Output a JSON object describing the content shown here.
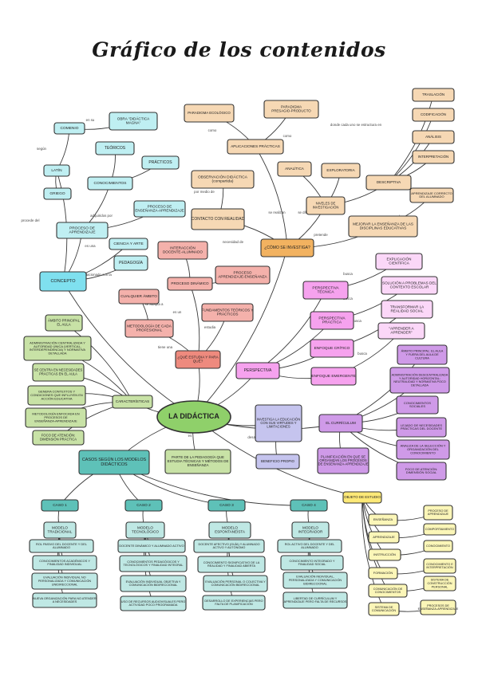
{
  "title": "Gráfico de los contenidos",
  "palette": {
    "yellow": "#f9f3b7",
    "blue": "#bfeff2",
    "peach": "#f6d8b4",
    "orange": "#f2b260",
    "salmon": "#f4b1ab",
    "pink": "#f6a2ee",
    "pinkLight": "#fbd7f8",
    "green": "#c8e2a6",
    "greenCenter": "#8fd06a",
    "lavender": "#c5c4ee",
    "purple": "#cf9ae8",
    "teal": "#5ec1b8",
    "tealLight": "#bfe8e4",
    "red": "#ee8a7e",
    "sky": "#7fe0ef",
    "paleYellow": "#fbf6b8",
    "lemon": "#fde977"
  },
  "nodes": [
    {
      "id": "didactica",
      "text": "LA DIDÁCTICA",
      "color": "greenCenter",
      "shape": "ellipse"
    },
    {
      "id": "concepto",
      "text": "CONCEPTO",
      "color": "sky"
    },
    {
      "id": "proceso_aprendizaje",
      "text": "PROCESO DE APRENDIZAJE",
      "color": "blue"
    },
    {
      "id": "latin",
      "text": "LATÍN",
      "color": "blue"
    },
    {
      "id": "griego",
      "text": "GRIEGO",
      "color": "blue"
    },
    {
      "id": "comenio",
      "text": "COMENIO",
      "color": "blue"
    },
    {
      "id": "obra",
      "text": "OBRA \"DIDÁCTICA MAGNA\"",
      "color": "blue"
    },
    {
      "id": "teoricos",
      "text": "TEÓRICOS",
      "color": "blue"
    },
    {
      "id": "practicos",
      "text": "PRÁCTICOS",
      "color": "blue"
    },
    {
      "id": "conocimientos",
      "text": "CONOCIMIENTOS",
      "color": "blue"
    },
    {
      "id": "proceso_ens",
      "text": "PROCESO DE ENSEÑANZA-APRENDIZAJE",
      "color": "blue"
    },
    {
      "id": "ciencia",
      "text": "CIENCIA Y ARTE",
      "color": "blue"
    },
    {
      "id": "pedagogia",
      "text": "PEDAGOGÍA",
      "color": "blue"
    },
    {
      "id": "c_ambito",
      "text": "ÁMBITO PRINCIPAL EL AULA",
      "color": "green"
    },
    {
      "id": "c_admin",
      "text": "ADMINISTRACIÓN CENTRALIZADA Y AUTORIDAD ÚNICA (VERTICAL, INTERDEPENDENCIA) Y NORMATIVA DETALLADA",
      "color": "green"
    },
    {
      "id": "c_centra",
      "text": "SE CENTRA EN NECESIDADES PRÁCTICAS EN EL AULA",
      "color": "green"
    },
    {
      "id": "c_genera",
      "text": "GENERA CONTEXTOS Y CONDICIONES QUE INFLUYEN EN ACCIÓN EDUCATIVA",
      "color": "green"
    },
    {
      "id": "c_metodo",
      "text": "METODOLOGÍA ENFOCADA EN PROCESOS DE ENSEÑANZA-APRENDIZAJE",
      "color": "green"
    },
    {
      "id": "c_foco",
      "text": "FOCO DE ATENCIÓN: DIMENSIÓN PRÁCTICA",
      "color": "green"
    },
    {
      "id": "caracteristicas",
      "text": "CARACTERÍSTICAS",
      "color": "green"
    },
    {
      "id": "paradigma_eco",
      "text": "PARADIGMA ECOLÓGICO",
      "color": "peach"
    },
    {
      "id": "paradigma_pp",
      "text": "PARADIGMA PRESAGIO-PRODUCTO",
      "color": "peach"
    },
    {
      "id": "aplicaciones",
      "text": "APLICACIONES PRÁCTICAS",
      "color": "peach"
    },
    {
      "id": "observacion",
      "text": "OBSERVACIÓN DIDÁCTICA (compartida)",
      "color": "peach"
    },
    {
      "id": "contacto",
      "text": "CONTACTO CON REALIDAD",
      "color": "peach"
    },
    {
      "id": "analitica",
      "text": "ANALÍTICA",
      "color": "peach"
    },
    {
      "id": "exploratoria",
      "text": "EXPLORATORIA",
      "color": "peach"
    },
    {
      "id": "descriptiva",
      "text": "DESCRIPTIVA",
      "color": "peach"
    },
    {
      "id": "niveles",
      "text": "NIVELES DE INVESTIGACIÓN",
      "color": "peach"
    },
    {
      "id": "mejorar",
      "text": "MEJORAR LA ENSEÑANZA DE LAS DISCIPLINAS EDUCATIVAS",
      "color": "peach"
    },
    {
      "id": "traslacion",
      "text": "TRASLACIÓN",
      "color": "peach"
    },
    {
      "id": "codificacion",
      "text": "CODIFICACIÓN",
      "color": "peach"
    },
    {
      "id": "analisis",
      "text": "ANÁLISIS",
      "color": "peach"
    },
    {
      "id": "interpretacion",
      "text": "INTERPRETACIÓN",
      "color": "peach"
    },
    {
      "id": "aprendizaje_correcto",
      "text": "APRENDIZAJE CORRECTO DEL ALUMNADO",
      "color": "peach"
    },
    {
      "id": "como_investigar",
      "text": "¿CÓMO SE INVESTIGA?",
      "color": "orange"
    },
    {
      "id": "interaccion",
      "text": "INTERACCIÓN DOCENTE-ALUMNADO",
      "color": "salmon"
    },
    {
      "id": "proceso_dinamico",
      "text": "PROCESO DINÁMICO",
      "color": "salmon"
    },
    {
      "id": "proceso_ea",
      "text": "PROCESO APRENDIZAJE-ENSEÑANZA",
      "color": "salmon"
    },
    {
      "id": "cualquier",
      "text": "CUALQUIER ÁMBITO",
      "color": "salmon"
    },
    {
      "id": "fundamentos",
      "text": "FUNDAMENTOS TEÓRICOS Y PRÁCTICOS",
      "color": "salmon"
    },
    {
      "id": "metodologia",
      "text": "METODOLOGÍA DE CADA PROFESIONAL",
      "color": "salmon"
    },
    {
      "id": "que_estudia",
      "text": "¿QUÉ ESTUDIA Y PARA QUÉ?",
      "color": "red"
    },
    {
      "id": "perspectiva",
      "text": "PERSPECTIVA",
      "color": "pink"
    },
    {
      "id": "p_tecnica",
      "text": "PERSPECTIVA TÉCNICA",
      "color": "pink"
    },
    {
      "id": "p_practica",
      "text": "PERSPECTIVA PRÁCTICA",
      "color": "pink"
    },
    {
      "id": "e_critico",
      "text": "ENFOQUE CRÍTICO",
      "color": "pink"
    },
    {
      "id": "e_emergente",
      "text": "ENFOQUE EMERGENTE",
      "color": "pink"
    },
    {
      "id": "explicacion",
      "text": "EXPLICACIÓN CIENTÍFICA",
      "color": "pinkLight"
    },
    {
      "id": "solucion",
      "text": "SOLUCIÓN A PROBLEMAS DEL CONTEXTO ESCOLAR",
      "color": "pinkLight"
    },
    {
      "id": "transformar",
      "text": "TRANSFORMAR LA REALIDAD SOCIAL",
      "color": "pinkLight"
    },
    {
      "id": "aprender",
      "text": "\"APRENDER A APRENDER\"",
      "color": "pinkLight"
    },
    {
      "id": "investiga",
      "text": "INVESTIGA LA EDUCACIÓN CON SUS VIRTUDES Y LIMITACIONES",
      "color": "lavender"
    },
    {
      "id": "beneficio",
      "text": "BENEFICIO PROPIO",
      "color": "lavender"
    },
    {
      "id": "curriculum",
      "text": "EL CURRÍCULUM",
      "color": "purple"
    },
    {
      "id": "planificacion",
      "text": "PLANIFICACIÓN EN QUE SE ORGANIZAN LOS PROCESOS DE ENSEÑANZA-APRENDIZAJE",
      "color": "purple"
    },
    {
      "id": "pu_ambito",
      "text": "ÁMBITO PRINCIPAL: EL AULA Y FUERA DEL AULA DE CULTURA",
      "color": "purple"
    },
    {
      "id": "pu_admin",
      "text": "ADMINISTRACIÓN DESCENTRALIZADA Y AUTORIDAD HORIZONTAL: NEUTRALIDAD Y NORMATIVA POCO DETALLADA",
      "color": "purple"
    },
    {
      "id": "pu_conoc",
      "text": "CONOCIMIENTOS SOCIALES",
      "color": "purple"
    },
    {
      "id": "pu_lejado",
      "text": "LEJADO DE NECESIDADES PRÁCTICAS DEL DOCENTE",
      "color": "purple"
    },
    {
      "id": "pu_analiza",
      "text": "ANALIZA DE LA SELECCIÓN Y ORGANIZACIÓN DEL CONOCIMIENTO",
      "color": "purple"
    },
    {
      "id": "pu_foco",
      "text": "FOCO DE ATENCIÓN: DIMENSIÓN SOCIAL",
      "color": "purple"
    },
    {
      "id": "parte",
      "text": "PARTE DE LA PEDAGOGÍA QUE ESTUDIA TÉCNICAS Y MÉTODOS DE ENSEÑANZA",
      "color": "green"
    },
    {
      "id": "casos",
      "text": "CASOS SEGÚN LOS MODELOS DIDÁCTICOS",
      "color": "teal"
    },
    {
      "id": "caso1",
      "text": "CASO 1",
      "color": "teal"
    },
    {
      "id": "caso2",
      "text": "CASO 2",
      "color": "teal"
    },
    {
      "id": "caso3",
      "text": "CASO 3",
      "color": "teal"
    },
    {
      "id": "caso4",
      "text": "CASO 4",
      "color": "teal"
    },
    {
      "id": "m1",
      "text": "MODELO TRADICIONAL",
      "color": "tealLight"
    },
    {
      "id": "m2",
      "text": "MODELO TECNOLÓGICO",
      "color": "tealLight"
    },
    {
      "id": "m3",
      "text": "MODELO ESPONTANEÍSTA",
      "color": "tealLight"
    },
    {
      "id": "m4",
      "text": "MODELO INTEGRADOR",
      "color": "tealLight"
    },
    {
      "id": "m1a",
      "text": "ROL PASIVO DEL DOCENTE Y DEL ALUMNADO",
      "color": "tealLight"
    },
    {
      "id": "m1b",
      "text": "CONOCIMIENTOS ACADÉMICOS Y FINALIDAD INDIVIDUAL",
      "color": "tealLight"
    },
    {
      "id": "m1c",
      "text": "EVALUACIÓN INDIVIDUAL NO PERSONALIZADA Y COMUNICACIÓN UNIDIRECCIONAL",
      "color": "tealLight"
    },
    {
      "id": "m1d",
      "text": "NUEVA ORGANIZACIÓN PARA NO ATENDER A NECESIDADES",
      "color": "tealLight"
    },
    {
      "id": "m2a",
      "text": "DOCENTE DINÁMICO Y ALUMNADO ACTIVO",
      "color": "tealLight"
    },
    {
      "id": "m2b",
      "text": "CONOCIMIENTOS PEDAGÓGICOS Y TECNOLÓGICOS Y FINALIDAD INTEGRAL",
      "color": "tealLight"
    },
    {
      "id": "m2c",
      "text": "EVALUACIÓN INDIVIDUAL OBJETIVA Y COMUNICACIÓN BIDIRECCIONAL",
      "color": "tealLight"
    },
    {
      "id": "m2d",
      "text": "USO DE RECURSOS AUDIOVISUALES PERO ACTIVIDAD POCO PROGRAMADA",
      "color": "tealLight"
    },
    {
      "id": "m3a",
      "text": "DOCENTE AFECTIVO (GUÍA) Y ALUMNADO ACTIVO Y AUTÓNOMO",
      "color": "tealLight"
    },
    {
      "id": "m3b",
      "text": "CONOCIMIENTO SIGNIFICATIVO DE LA REALIDAD Y FINALIDAD ABIERTA",
      "color": "tealLight"
    },
    {
      "id": "m3c",
      "text": "EVALUACIÓN PERSONAL O COLECTIVA Y COMUNICACIÓN BIDIRECCIONAL",
      "color": "tealLight"
    },
    {
      "id": "m3d",
      "text": "DESARROLLO DE EXPERIENCIAS PERO FALTA DE PLANIFICACIÓN",
      "color": "tealLight"
    },
    {
      "id": "m4a",
      "text": "ROL ACTIVO DEL DOCENTE Y DEL ALUMNADO",
      "color": "tealLight"
    },
    {
      "id": "m4b",
      "text": "CONOCIMIENTO INTEGRADO Y FINALIDAD SOCIAL",
      "color": "tealLight"
    },
    {
      "id": "m4c",
      "text": "EVALUACIÓN INDIVIDUAL, PERSONALIZADA Y COMUNICACIÓN BIDIRECCIONAL",
      "color": "tealLight"
    },
    {
      "id": "m4d",
      "text": "LIBERTAD DE CURRÍCULUM Y APRENDIZAJE PERO FALTA DE RECURSOS",
      "color": "tealLight"
    },
    {
      "id": "objeto",
      "text": "OBJETO DE ESTUDIO",
      "color": "lemon"
    },
    {
      "id": "o1",
      "text": "ENSEÑANZA",
      "color": "paleYellow"
    },
    {
      "id": "o2",
      "text": "APRENDIZAJE",
      "color": "paleYellow"
    },
    {
      "id": "o3",
      "text": "INSTRUCCIÓN",
      "color": "paleYellow"
    },
    {
      "id": "o4",
      "text": "FORMACIÓN",
      "color": "paleYellow"
    },
    {
      "id": "o5",
      "text": "COMUNICACIÓN DE CONOCIMIENTOS",
      "color": "paleYellow"
    },
    {
      "id": "o6",
      "text": "SISTEMA DE COMUNICACIÓN",
      "color": "paleYellow"
    },
    {
      "id": "r1",
      "text": "PROCESO DE APRENDIZAJE",
      "color": "paleYellow"
    },
    {
      "id": "r2",
      "text": "COMPORTAMIENTO",
      "color": "paleYellow"
    },
    {
      "id": "r3",
      "text": "CONOCIMIENTO",
      "color": "paleYellow"
    },
    {
      "id": "r4",
      "text": "CONOCIMIENTO E INTERPRETACIÓN",
      "color": "paleYellow"
    },
    {
      "id": "r5",
      "text": "SISTEMA DE CONSTRUCCIÓN PERSONAL",
      "color": "paleYellow"
    },
    {
      "id": "r6",
      "text": "PROCESOS DE ENSEÑANZA-APRENDIZAJE",
      "color": "paleYellow"
    }
  ],
  "edge_labels": [
    {
      "id": "el1",
      "text": "en su"
    },
    {
      "id": "el2",
      "text": "según"
    },
    {
      "id": "el3",
      "text": "procede del"
    },
    {
      "id": "el4",
      "text": "adquiridos por"
    },
    {
      "id": "el5",
      "text": "es una"
    },
    {
      "id": "el6",
      "text": "relacionado con la"
    },
    {
      "id": "el7",
      "text": "como"
    },
    {
      "id": "el8",
      "text": "como"
    },
    {
      "id": "el9",
      "text": "por medio de"
    },
    {
      "id": "el10",
      "text": "se realizan"
    },
    {
      "id": "el11",
      "text": "necesidad de"
    },
    {
      "id": "el12",
      "text": "se diferencian"
    },
    {
      "id": "el13",
      "text": "pretende"
    },
    {
      "id": "el14",
      "text": "asegurando"
    },
    {
      "id": "el15",
      "text": "donde cada uno se estructura en"
    },
    {
      "id": "el16",
      "text": "de"
    },
    {
      "id": "el17",
      "text": "es un"
    },
    {
      "id": "el18",
      "text": "se adapta a"
    },
    {
      "id": "el19",
      "text": "estudia"
    },
    {
      "id": "el20",
      "text": "tiene una"
    },
    {
      "id": "el21",
      "text": "busca"
    },
    {
      "id": "el22",
      "text": "busca"
    },
    {
      "id": "el23",
      "text": "busca"
    },
    {
      "id": "el24",
      "text": "busca"
    },
    {
      "id": "el25",
      "text": "desarrollándose"
    },
    {
      "id": "el26",
      "text": "es"
    }
  ]
}
